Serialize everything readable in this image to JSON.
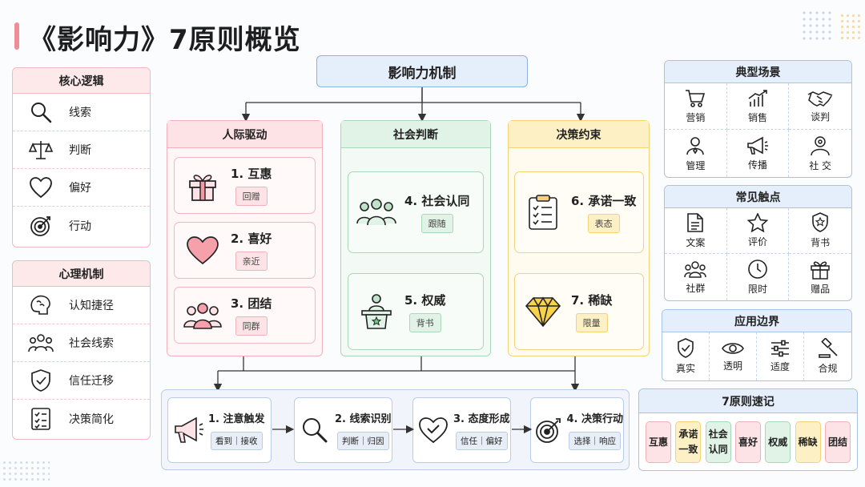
{
  "title": "《影响力》7原则概览",
  "left": {
    "core_logic": {
      "title": "核心逻辑",
      "items": [
        {
          "icon": "magnifier-icon",
          "label": "线索"
        },
        {
          "icon": "scale-icon",
          "label": "判断"
        },
        {
          "icon": "heart-icon",
          "label": "偏好"
        },
        {
          "icon": "target-icon",
          "label": "行动"
        }
      ]
    },
    "psych": {
      "title": "心理机制",
      "items": [
        {
          "icon": "brain-icon",
          "label": "认知捷径"
        },
        {
          "icon": "group-icon",
          "label": "社会线索"
        },
        {
          "icon": "shield-check-icon",
          "label": "信任迁移"
        },
        {
          "icon": "checklist-icon",
          "label": "决策简化"
        }
      ]
    }
  },
  "center": {
    "mechanism": "影响力机制",
    "columns": [
      {
        "title": "人际驱动",
        "cards": [
          {
            "name": "1. 互惠",
            "tag": "回赠"
          },
          {
            "name": "2. 喜好",
            "tag": "亲近"
          },
          {
            "name": "3. 团结",
            "tag": "同群"
          }
        ]
      },
      {
        "title": "社会判断",
        "cards": [
          {
            "name": "4. 社会认同",
            "tag": "跟随"
          },
          {
            "name": "5. 权威",
            "tag": "背书"
          }
        ]
      },
      {
        "title": "决策约束",
        "cards": [
          {
            "name": "6. 承诺一致",
            "tag": "表态"
          },
          {
            "name": "7. 稀缺",
            "tag": "限量"
          }
        ]
      }
    ],
    "flow": [
      {
        "name": "1. 注意触发",
        "tag": "看到｜接收"
      },
      {
        "name": "2. 线索识别",
        "tag": "判断｜归因"
      },
      {
        "name": "3. 态度形成",
        "tag": "信任｜偏好"
      },
      {
        "name": "4. 决策行动",
        "tag": "选择｜响应"
      }
    ]
  },
  "right": {
    "scenes": {
      "title": "典型场景",
      "items": [
        "营销",
        "销售",
        "谈判",
        "管理",
        "传播",
        "社 交"
      ]
    },
    "touchpoints": {
      "title": "常见触点",
      "items": [
        "文案",
        "评价",
        "背书",
        "社群",
        "限时",
        "赠品"
      ]
    },
    "boundary": {
      "title": "应用边界",
      "items": [
        "真实",
        "透明",
        "适度",
        "合规"
      ]
    },
    "memo": {
      "title": "7原则速记",
      "items": [
        {
          "lines": [
            "互惠"
          ],
          "color": "#fde3e6"
        },
        {
          "lines": [
            "承诺",
            "一致"
          ],
          "color": "#fdf0c4"
        },
        {
          "lines": [
            "社会",
            "认同"
          ],
          "color": "#e1f3e6"
        },
        {
          "lines": [
            "喜好"
          ],
          "color": "#fde3e6"
        },
        {
          "lines": [
            "权威"
          ],
          "color": "#e1f3e6"
        },
        {
          "lines": [
            "稀缺"
          ],
          "color": "#fdf0c4"
        },
        {
          "lines": [
            "团结"
          ],
          "color": "#fde3e6"
        }
      ]
    }
  }
}
